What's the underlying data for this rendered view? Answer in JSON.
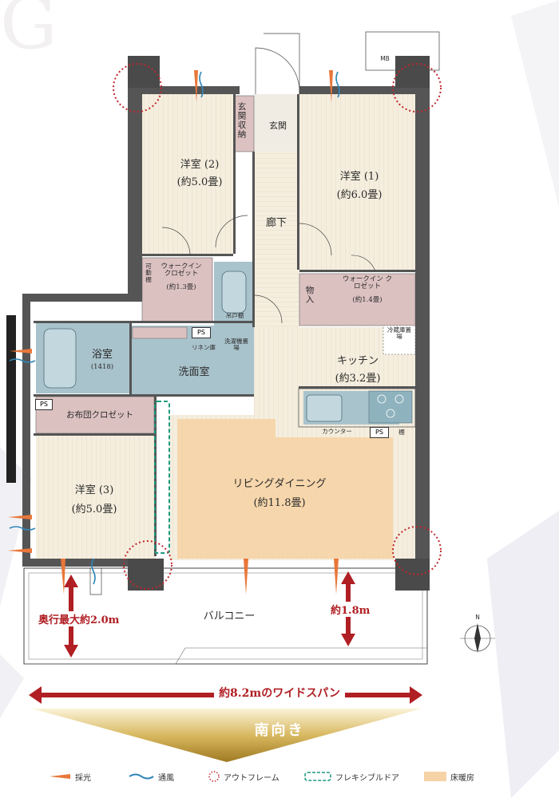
{
  "rooms": {
    "western2": {
      "name": "洋室 (2)",
      "size": "(約5.0畳)"
    },
    "western1": {
      "name": "洋室 (1)",
      "size": "(約6.0畳)"
    },
    "western3": {
      "name": "洋室 (3)",
      "size": "(約5.0畳)"
    },
    "hallway": "廊下",
    "entrance": "玄関",
    "entrance_storage": "玄関収納",
    "wic_left": {
      "name": "ウォークイン クロゼット",
      "size": "(約1.3畳)"
    },
    "wic_right": {
      "name": "ウォークイン クロゼット",
      "size": "(約1.4畳)"
    },
    "movable_shelf": "可動棚",
    "hanging_shelf": "吊戸棚",
    "storage": "物入",
    "bath": {
      "name": "浴室",
      "size": "(1418)"
    },
    "washroom": "洗面室",
    "washer": "洗濯機置場",
    "linen": "リネン庫",
    "futon": "お布団クロゼット",
    "kitchen": {
      "name": "キッチン",
      "size": "(約3.2畳)"
    },
    "fridge": "冷蔵庫置場",
    "counter": "カウンター",
    "shelf": "棚",
    "living": {
      "name": "リビングダイニング",
      "size": "(約11.8畳)"
    },
    "balcony": "バルコニー",
    "ps": "PS",
    "mb": "MB"
  },
  "measurements": {
    "depth_max": "奥行最大約2.0m",
    "depth_right": "約1.8m",
    "wide_span": "約8.2mのワイドスパン"
  },
  "orientation": {
    "label": "南向き",
    "compass": "N"
  },
  "legend": [
    {
      "icon": "light-icon",
      "label": "採光"
    },
    {
      "icon": "wind-icon",
      "label": "通風"
    },
    {
      "icon": "outframe-icon",
      "label": "アウトフレーム"
    },
    {
      "icon": "flexible-door-icon",
      "label": "フレキシブルドア"
    },
    {
      "icon": "floor-heating-icon",
      "label": "床暖房"
    }
  ],
  "colors": {
    "light": "#e8773a",
    "wind": "#2f86b8",
    "outframe": "#c0272d",
    "flex_door": "#1c9a7e",
    "floor_heating": "#f6d3a6",
    "wet_area": "#a9c3cc",
    "storage": "#dcc1c1",
    "accent_red": "#b01f24"
  }
}
